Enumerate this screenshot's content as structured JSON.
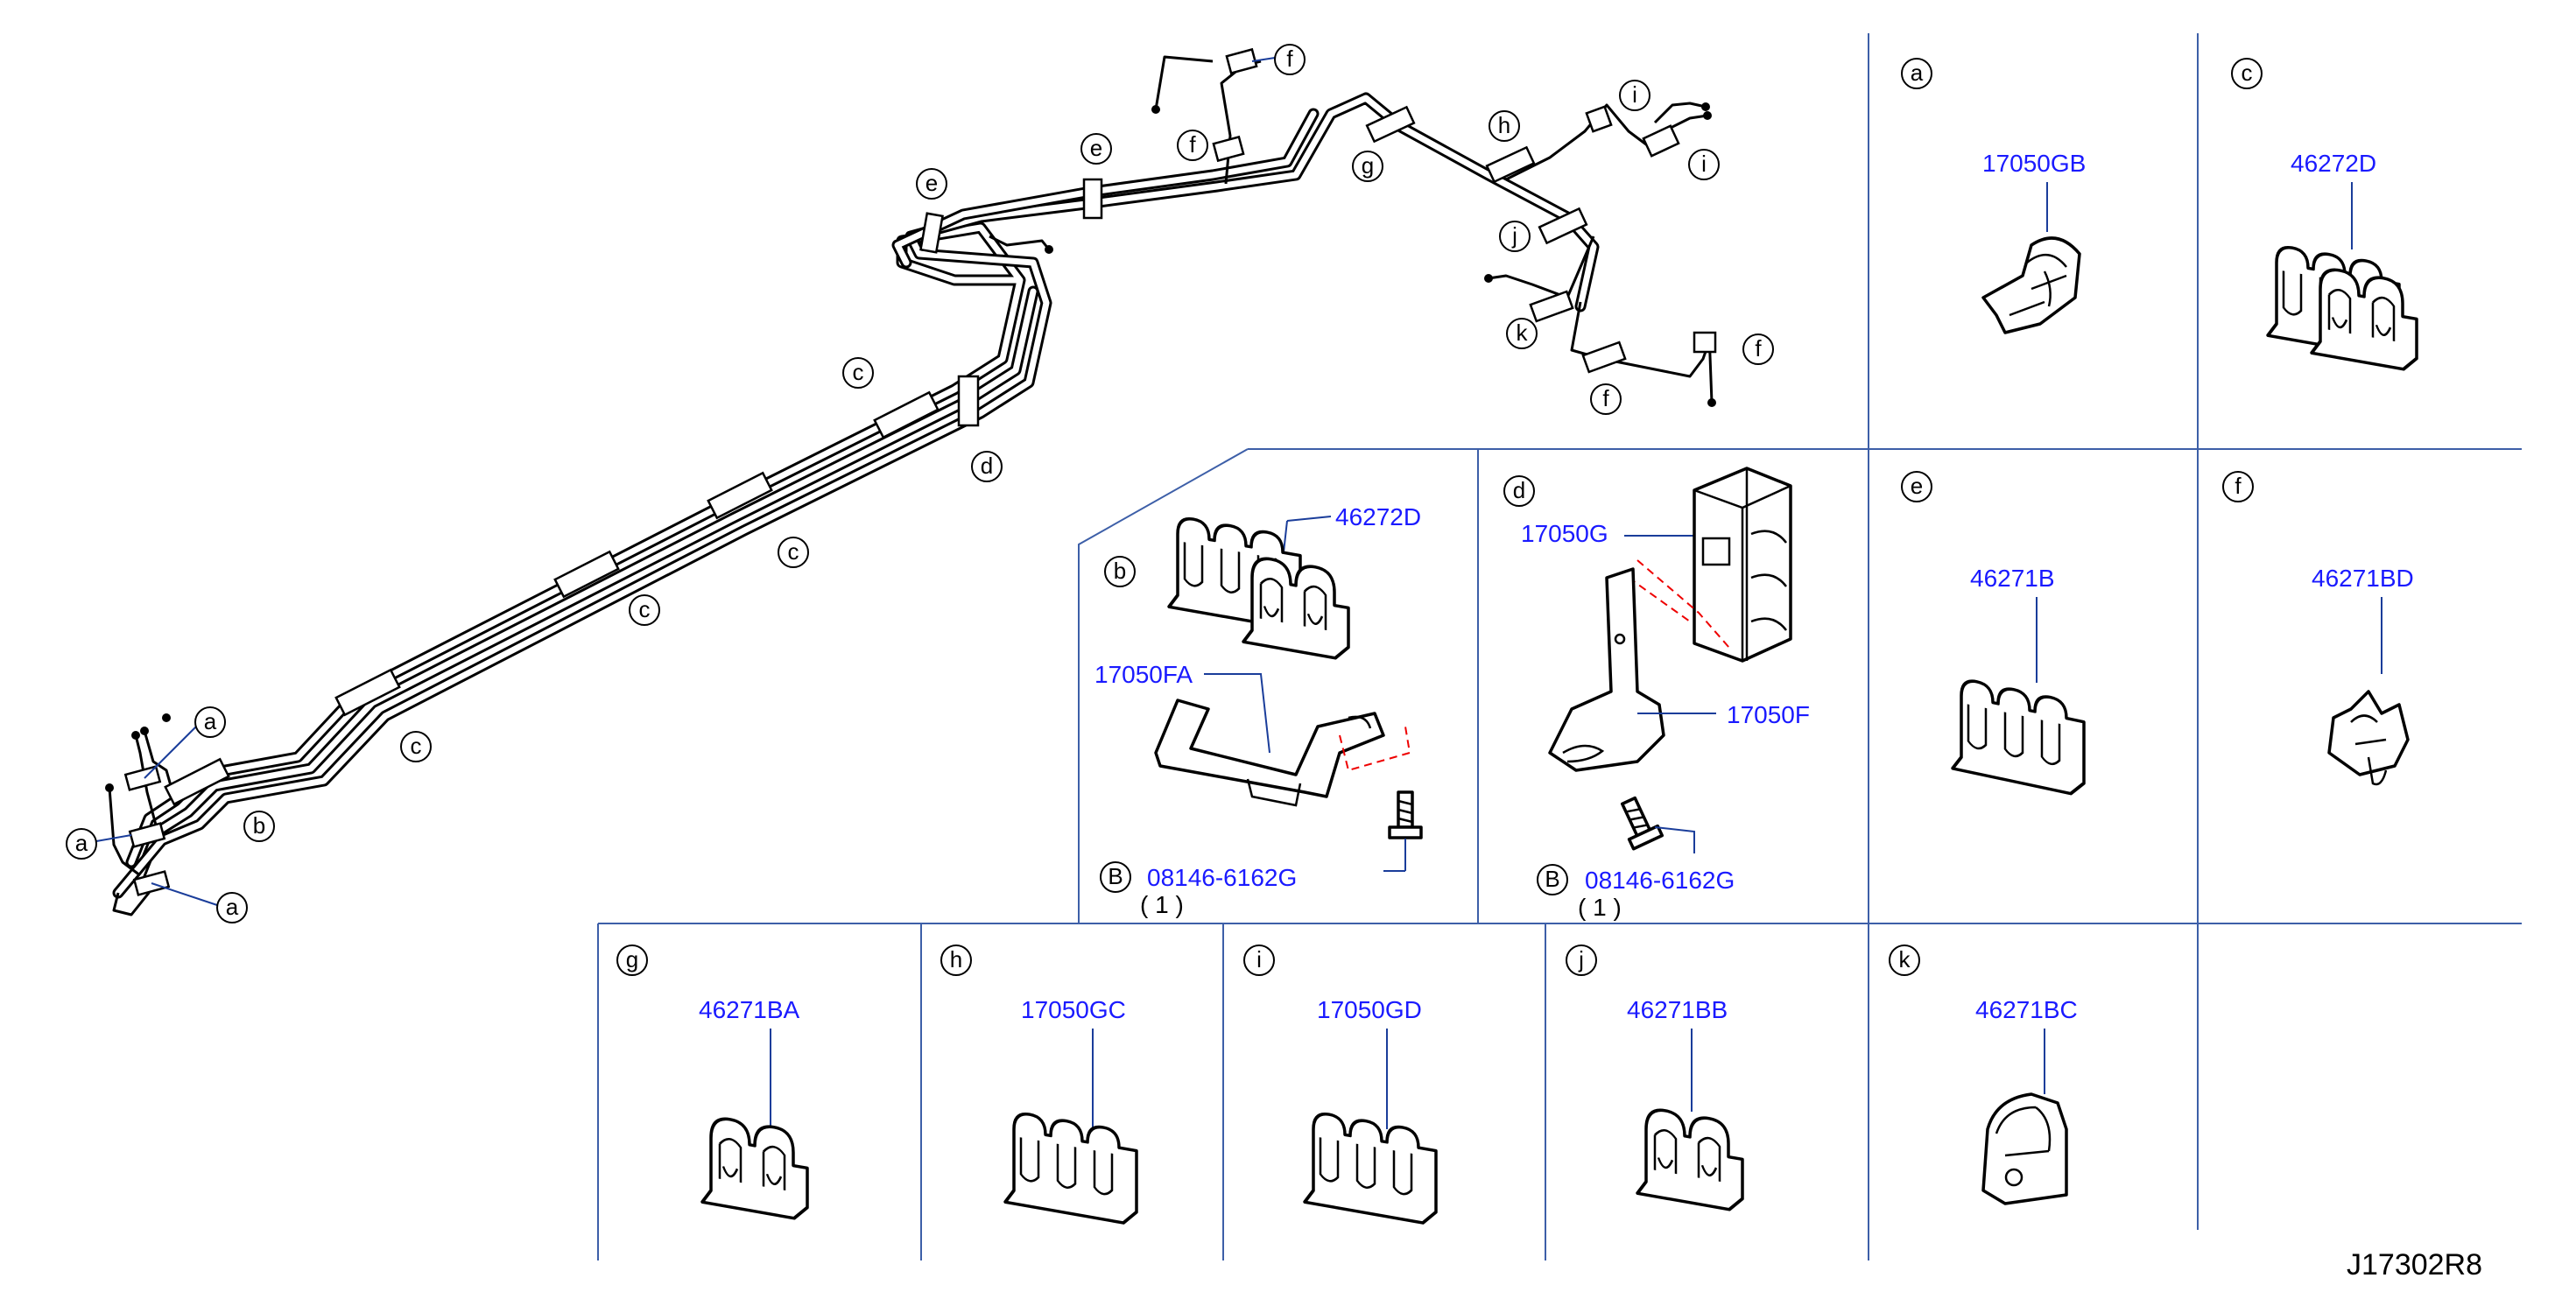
{
  "diagram": {
    "reference_code": "J17302R8",
    "callout_letters": [
      "a",
      "b",
      "c",
      "d",
      "e",
      "f",
      "g",
      "h",
      "i",
      "j",
      "k"
    ],
    "cells": {
      "a": {
        "letter": "a",
        "part_number": "17050GB"
      },
      "c": {
        "letter": "c",
        "part_number": "46272D"
      },
      "b": {
        "letter": "b",
        "part_numbers": [
          "46272D",
          "17050FA"
        ],
        "bolt_marker": "B",
        "bolt_part_number": "08146-6162G",
        "bolt_qty": "( 1 )"
      },
      "d": {
        "letter": "d",
        "part_numbers": [
          "17050G",
          "17050F"
        ],
        "bolt_marker": "B",
        "bolt_part_number": "08146-6162G",
        "bolt_qty": "( 1 )"
      },
      "e": {
        "letter": "e",
        "part_number": "46271B"
      },
      "f": {
        "letter": "f",
        "part_number": "46271BD"
      },
      "g": {
        "letter": "g",
        "part_number": "46271BA"
      },
      "h": {
        "letter": "h",
        "part_number": "17050GC"
      },
      "i": {
        "letter": "i",
        "part_number": "17050GD"
      },
      "j": {
        "letter": "j",
        "part_number": "46271BB"
      },
      "k": {
        "letter": "k",
        "part_number": "46271BC"
      }
    }
  }
}
